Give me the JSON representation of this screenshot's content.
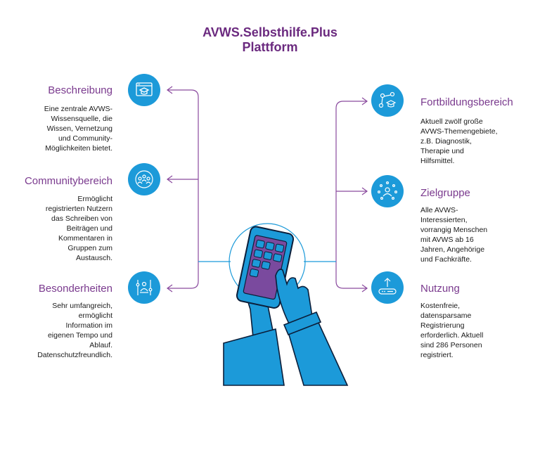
{
  "title": {
    "line1": "AVWS.Selbsthilfe.Plus",
    "line2": "Plattform"
  },
  "colors": {
    "accent_purple": "#6b2a7f",
    "icon_blue": "#1c9ad9",
    "line_purple": "#8a4a9e"
  },
  "left": [
    {
      "heading": "Beschreibung",
      "icon": "browser-graduation-cap-icon",
      "text": "Eine zentrale AVWS-\nWissensquelle, die\nWissen, Vernetzung\nund Community-\nMöglichkeiten bietet."
    },
    {
      "heading": "Communitybereich",
      "icon": "community-people-icon",
      "text": "Ermöglicht\nregistrierten Nutzern\ndas Schreiben von\nBeiträgen und\nKommentaren in\nGruppen zum\nAustausch."
    },
    {
      "heading": "Besonderheiten",
      "icon": "user-sliders-icon",
      "text": "Sehr umfangreich,\nermöglicht\nInformation im\neigenen Tempo und\nAblauf.\nDatenschutzfreundlich."
    }
  ],
  "right": [
    {
      "heading": "Fortbildungsbereich",
      "icon": "learning-network-icon",
      "text": "Aktuell zwölf große\nAVWS-Themengebiete,\nz.B. Diagnostik,\nTherapie und\nHilfsmittel."
    },
    {
      "heading": "Zielgruppe",
      "icon": "target-group-icon",
      "text": "Alle AVWS-\nInteressierten,\nvorrangig Menschen\nmit AVWS ab 16\nJahren, Angehörige\nund Fachkräfte."
    },
    {
      "heading": "Nutzung",
      "icon": "upload-login-icon",
      "text": "Kostenfreie,\ndatensparsame\nRegistrierung\nerforderlich. Aktuell\nsind 286 Personen\nregistriert."
    }
  ]
}
